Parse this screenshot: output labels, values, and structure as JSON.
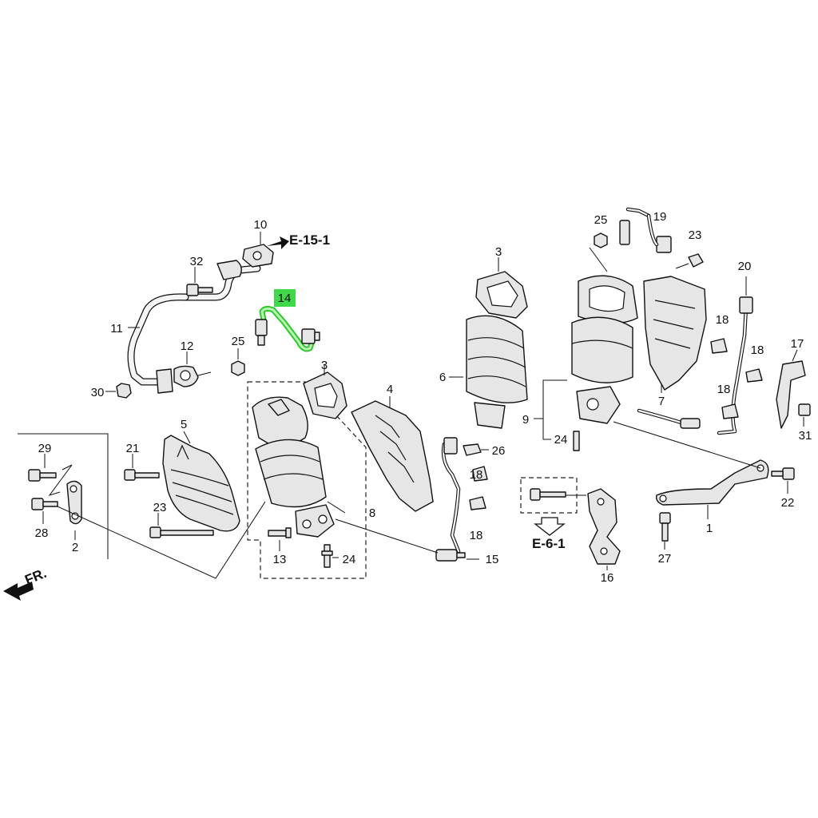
{
  "callouts": [
    {
      "id": "1",
      "label": "1"
    },
    {
      "id": "2",
      "label": "2"
    },
    {
      "id": "3a",
      "label": "3"
    },
    {
      "id": "3b",
      "label": "3"
    },
    {
      "id": "4",
      "label": "4"
    },
    {
      "id": "5",
      "label": "5"
    },
    {
      "id": "6",
      "label": "6"
    },
    {
      "id": "7",
      "label": "7"
    },
    {
      "id": "8",
      "label": "8"
    },
    {
      "id": "9",
      "label": "9"
    },
    {
      "id": "10",
      "label": "10"
    },
    {
      "id": "11",
      "label": "11"
    },
    {
      "id": "12",
      "label": "12"
    },
    {
      "id": "13",
      "label": "13"
    },
    {
      "id": "14",
      "label": "14"
    },
    {
      "id": "15",
      "label": "15"
    },
    {
      "id": "16",
      "label": "16"
    },
    {
      "id": "17",
      "label": "17"
    },
    {
      "id": "18a",
      "label": "18"
    },
    {
      "id": "18b",
      "label": "18"
    },
    {
      "id": "18c",
      "label": "18"
    },
    {
      "id": "18d",
      "label": "18"
    },
    {
      "id": "18e",
      "label": "18"
    },
    {
      "id": "19",
      "label": "19"
    },
    {
      "id": "20",
      "label": "20"
    },
    {
      "id": "21",
      "label": "21"
    },
    {
      "id": "22",
      "label": "22"
    },
    {
      "id": "23a",
      "label": "23"
    },
    {
      "id": "23b",
      "label": "23"
    },
    {
      "id": "24a",
      "label": "24"
    },
    {
      "id": "24b",
      "label": "24"
    },
    {
      "id": "25a",
      "label": "25"
    },
    {
      "id": "25b",
      "label": "25"
    },
    {
      "id": "26",
      "label": "26"
    },
    {
      "id": "27",
      "label": "27"
    },
    {
      "id": "28",
      "label": "28"
    },
    {
      "id": "29",
      "label": "29"
    },
    {
      "id": "30",
      "label": "30"
    },
    {
      "id": "31",
      "label": "31"
    },
    {
      "id": "32",
      "label": "32"
    }
  ],
  "references": {
    "e15": "E-15-1",
    "e6": "E-6-1",
    "front": "FR."
  },
  "highlight": {
    "part": "14",
    "color": "#2ec82e",
    "label_fill": "#3fd84a"
  },
  "colors": {
    "background": "#ffffff",
    "ink": "#111111",
    "part_fill": "#e6e6e6"
  }
}
